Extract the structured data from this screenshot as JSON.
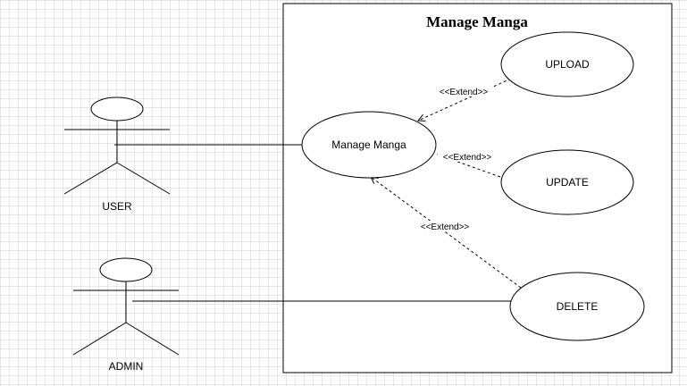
{
  "system": {
    "title": "Manage Manga"
  },
  "actors": [
    {
      "id": "user",
      "label": "USER"
    },
    {
      "id": "admin",
      "label": "ADMIN"
    }
  ],
  "use_cases": {
    "manage": "Manage Manga",
    "upload": "UPLOAD",
    "update": "UPDATE",
    "delete": "DELETE"
  },
  "relations": {
    "upload_extend": "<<Extend>>",
    "update_extend": "<<Extend>>",
    "delete_extend": "<<Extend>>"
  }
}
